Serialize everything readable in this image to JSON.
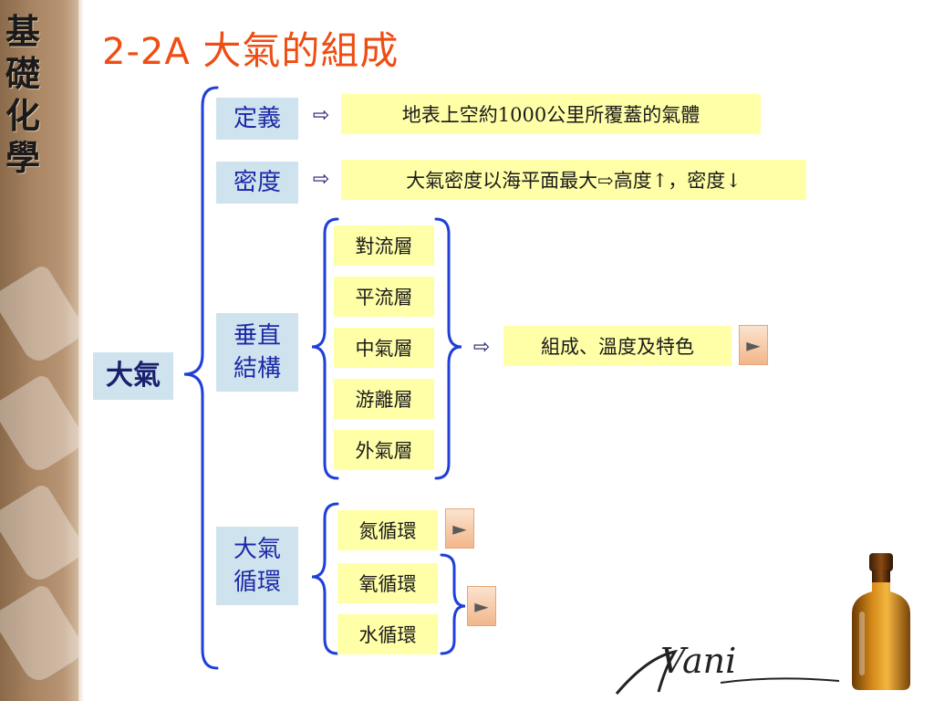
{
  "sidebar": {
    "title_chars": [
      "基",
      "礎",
      "化",
      "學"
    ]
  },
  "title": {
    "code": "2-2A",
    "text": "大氣的組成"
  },
  "root": {
    "label": "大氣"
  },
  "definition": {
    "label": "定義",
    "arrow": "⇨",
    "value": "地表上空約1000公里所覆蓋的氣體"
  },
  "density": {
    "label": "密度",
    "arrow": "⇨",
    "value": "大氣密度以海平面最大⇨高度↑，密度↓"
  },
  "vertical": {
    "label_lines": [
      "垂直",
      "結構"
    ],
    "layers": [
      "對流層",
      "平流層",
      "中氣層",
      "游離層",
      "外氣層"
    ],
    "arrow": "⇨",
    "summary": "組成、溫度及特色",
    "play": "►"
  },
  "cycle": {
    "label_lines": [
      "大氣",
      "循環"
    ],
    "items": [
      "氮循環",
      "氧循環",
      "水循環"
    ],
    "play_nitrogen": "►",
    "play_oxygen_water": "►"
  },
  "signature": "Vani",
  "colors": {
    "title": "#ef4d12",
    "blue_text": "#1d2aa8",
    "blue_box": "#cfe3ee",
    "yellow_box": "#ffffa8",
    "brace": "#1f3fd8"
  }
}
